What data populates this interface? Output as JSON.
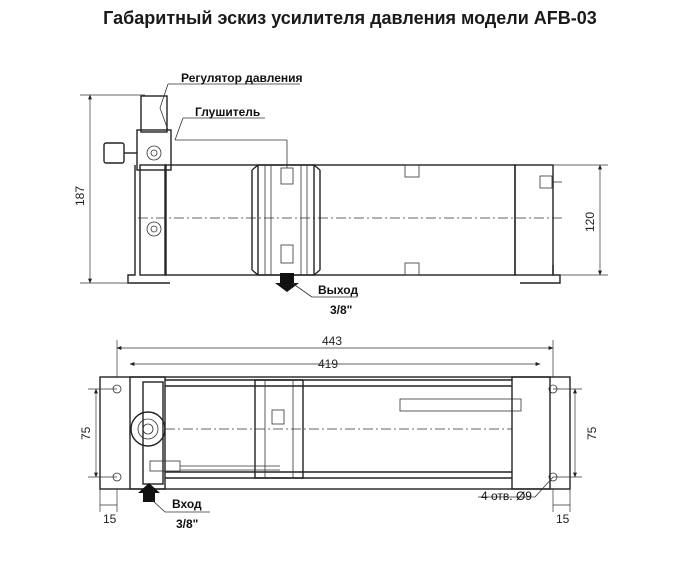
{
  "title": "Габаритный эскиз усилителя давления модели AFB-03",
  "labels": {
    "regulator": "Регулятор давления",
    "muffler": "Глушитель",
    "outlet": "Выход",
    "outlet_size": "3/8\"",
    "inlet": "Вход",
    "inlet_size": "3/8\"",
    "holes": "4 отв. Ø9"
  },
  "dimensions": {
    "height_total": "187",
    "height_body": "120",
    "length_total": "443",
    "length_body": "419",
    "width_left": "75",
    "width_right": "75",
    "offset_left": "15",
    "offset_right": "15"
  }
}
